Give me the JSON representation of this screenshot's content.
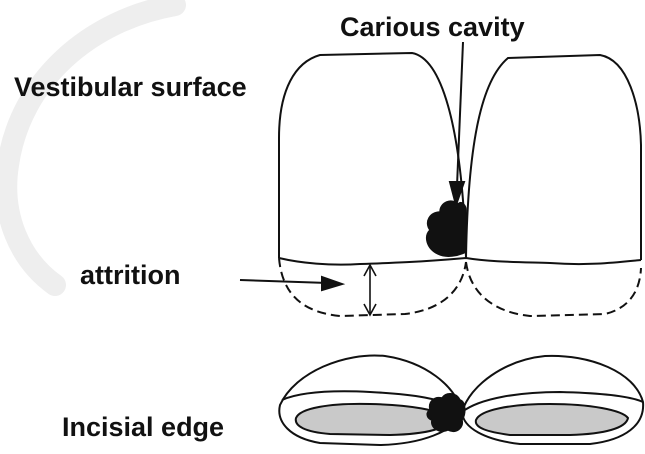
{
  "labels": {
    "vestibular_surface": "Vestibular surface",
    "carious_cavity": "Carious cavity",
    "attrition": "attrition",
    "incisial_edge": "Incisial edge"
  },
  "colors": {
    "stroke": "#111111",
    "cavity_fill": "#111111",
    "dentin_fill": "#c9c9c9",
    "watermark": "#eeeeee"
  }
}
